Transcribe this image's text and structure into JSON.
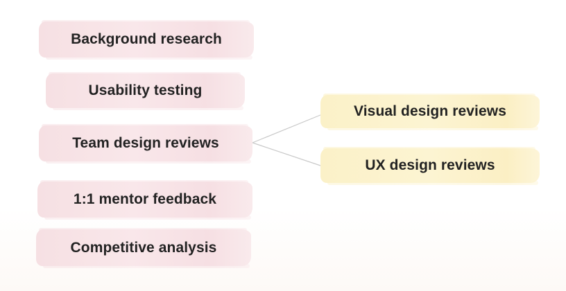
{
  "diagram": {
    "left_items": [
      {
        "id": "background-research",
        "label": "Background research"
      },
      {
        "id": "usability-testing",
        "label": "Usability testing"
      },
      {
        "id": "team-design-reviews",
        "label": "Team design reviews"
      },
      {
        "id": "mentor-feedback",
        "label": "1:1 mentor feedback"
      },
      {
        "id": "competitive-analysis",
        "label": "Competitive analysis"
      }
    ],
    "right_items": [
      {
        "id": "visual-design-reviews",
        "label": "Visual design reviews"
      },
      {
        "id": "ux-design-reviews",
        "label": "UX design reviews"
      }
    ],
    "connections": [
      {
        "from": "team-design-reviews",
        "to": "visual-design-reviews"
      },
      {
        "from": "team-design-reviews",
        "to": "ux-design-reviews"
      }
    ],
    "colors": {
      "left_fill": "#f7e1e4",
      "right_fill": "#fbf1c8",
      "connector": "#c9c9c9",
      "text": "#222222"
    }
  }
}
